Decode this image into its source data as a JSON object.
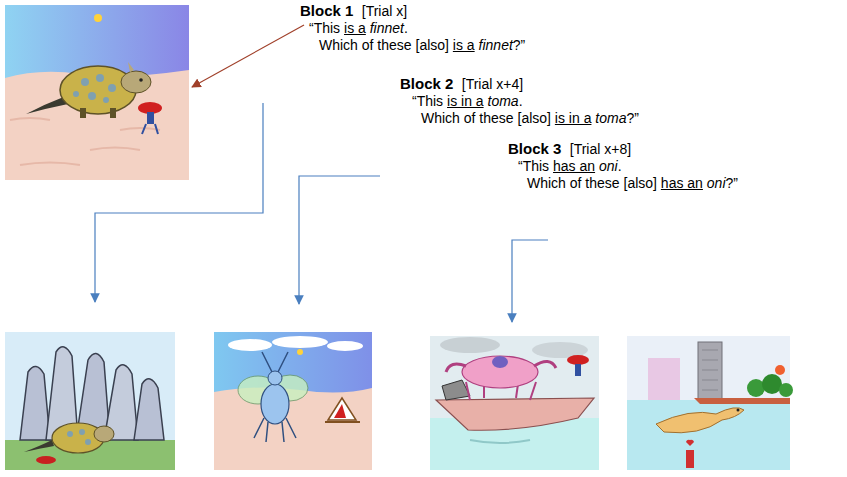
{
  "diagram": {
    "labels": [
      "Block 1",
      "[Trial x]",
      "“This",
      "is a",
      "finnet",
      ".",
      "Which of these [also]",
      "is a",
      "finnet",
      "?”",
      "Block 2",
      "[Trial x+4]",
      "“This",
      "is in a",
      "toma",
      ".",
      "Which of these [also]",
      "is in a",
      "toma",
      "?”",
      "Block 3",
      "[Trial x+8]",
      "“This",
      "has an",
      "oni",
      ".",
      "Which of these [also]",
      "has an",
      "oni",
      "?”"
    ]
  }
}
